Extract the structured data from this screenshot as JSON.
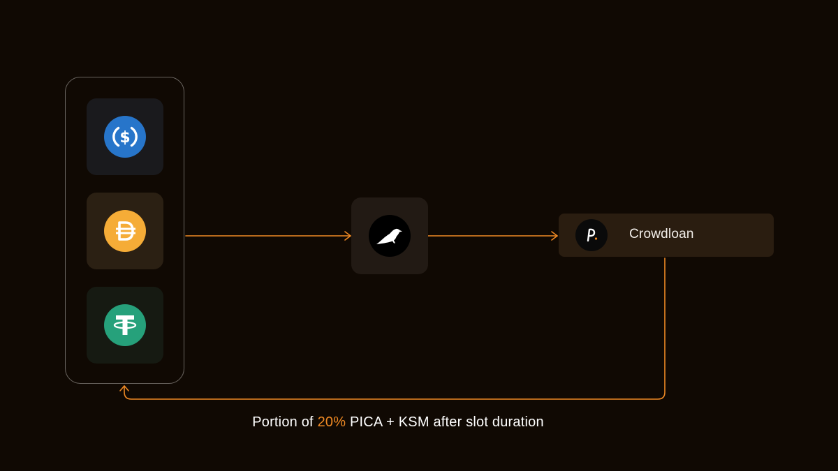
{
  "tokens": [
    {
      "name": "usdc",
      "icon": "usd-coin-icon",
      "color": "#2775ca"
    },
    {
      "name": "dai",
      "icon": "dai-icon",
      "color": "#f5ac37"
    },
    {
      "name": "usdt",
      "icon": "tether-icon",
      "color": "#26a17b"
    }
  ],
  "hub": {
    "icon": "raven-icon"
  },
  "crowdloan": {
    "label": "Crowdloan",
    "icon": "p-logo-icon"
  },
  "caption": {
    "prefix": "Portion of ",
    "highlight": "20%",
    "suffix": " PICA + KSM after slot duration"
  },
  "colors": {
    "background": "#100903",
    "accent": "#f08a24",
    "panel_border": "#6a6560"
  }
}
